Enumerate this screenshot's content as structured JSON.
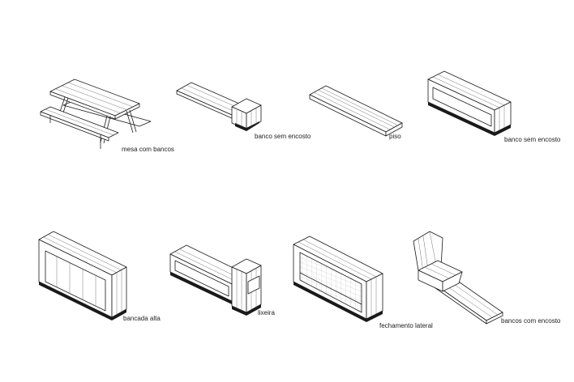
{
  "items": [
    {
      "label": "mesa com bancos"
    },
    {
      "label": "banco sem encosto"
    },
    {
      "label": "piso"
    },
    {
      "label": "banco sem encosto"
    },
    {
      "label": "bancada alta"
    },
    {
      "label": "lixeira"
    },
    {
      "label": "fechamento lateral"
    },
    {
      "label": "bancos com encosto"
    }
  ]
}
